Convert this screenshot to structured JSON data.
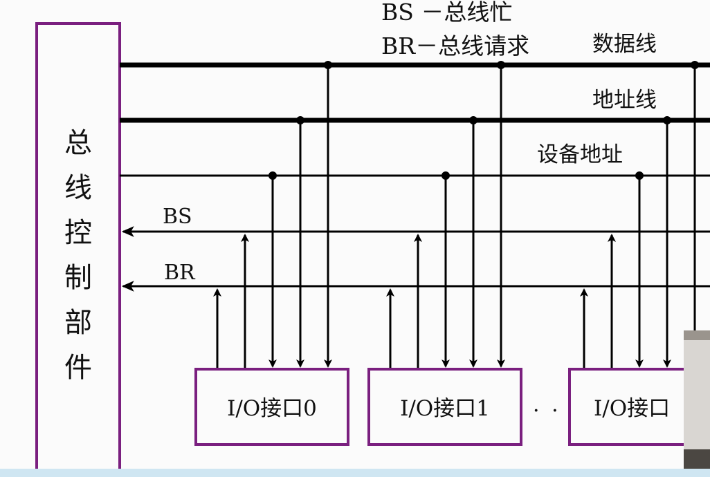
{
  "controller": {
    "chars": [
      "总",
      "线",
      "控",
      "制",
      "部",
      "件"
    ],
    "border_color": "#7a1f7f"
  },
  "legend": {
    "line1": "BS －总线忙",
    "line2": "BR－总线请求"
  },
  "buses": {
    "data_label": "数据线",
    "address_label": "地址线",
    "device_address_label": "设备地址",
    "bs_label": "BS",
    "br_label": "BR"
  },
  "interfaces": [
    {
      "label": "I/O接口0"
    },
    {
      "label": "I/O接口1"
    },
    {
      "label": "I/O接口"
    }
  ],
  "ellipsis": "· · ·",
  "colors": {
    "box_border": "#7a1f7f",
    "line": "#000000"
  }
}
